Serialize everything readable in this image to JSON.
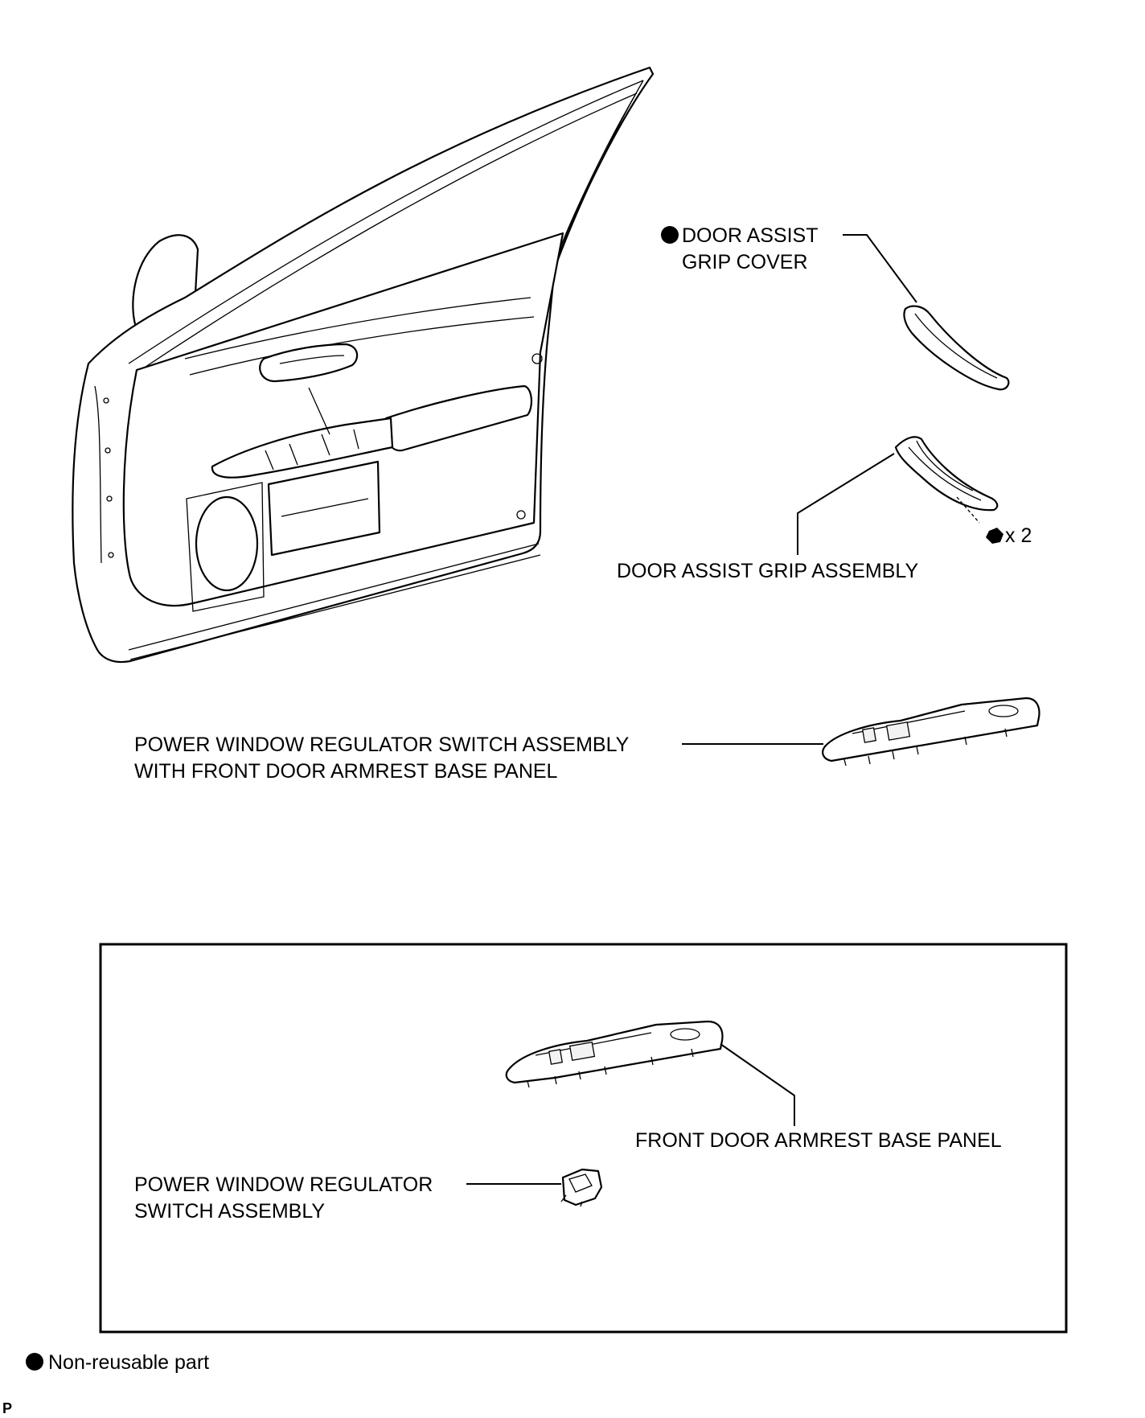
{
  "labels": {
    "grip_cover_line1": "DOOR ASSIST",
    "grip_cover_line2": "GRIP COVER",
    "grip_assembly": "DOOR ASSIST GRIP ASSEMBLY",
    "screw_count": "x 2",
    "pw_switch_panel_line1": "POWER WINDOW REGULATOR SWITCH ASSEMBLY",
    "pw_switch_panel_line2": "WITH FRONT DOOR ARMREST BASE PANEL",
    "armrest_base_panel": "FRONT DOOR ARMREST BASE PANEL",
    "pw_switch_line1": "POWER WINDOW REGULATOR",
    "pw_switch_line2": "SWITCH ASSEMBLY"
  },
  "legend": {
    "non_reusable": "Non-reusable part"
  },
  "figure_code": "P"
}
